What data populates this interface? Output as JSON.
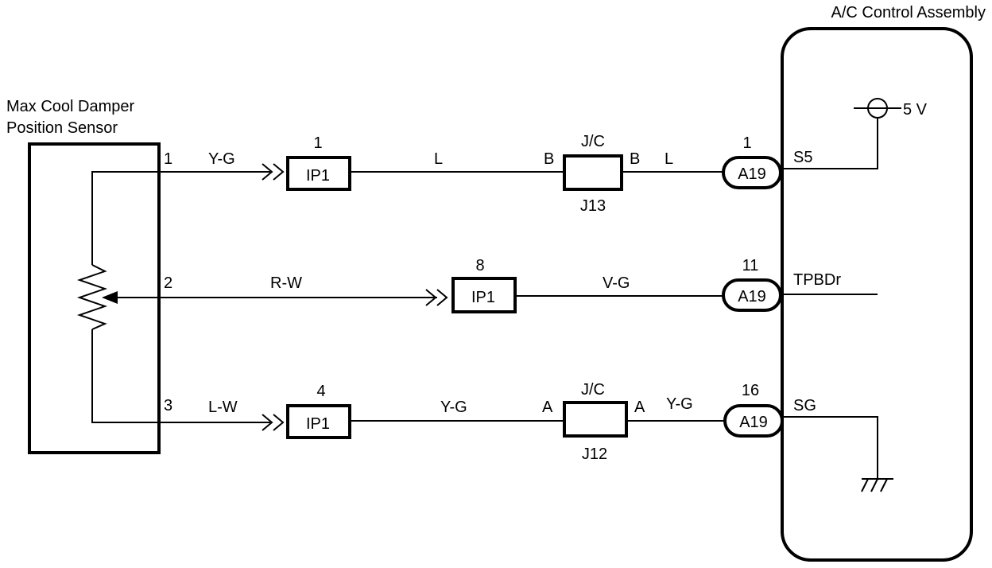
{
  "sensor": {
    "title_line1": "Max Cool Damper",
    "title_line2": "Position Sensor",
    "pins": [
      "1",
      "2",
      "3"
    ]
  },
  "assembly": {
    "title": "A/C Control Assembly",
    "terminals": [
      "S5",
      "TPBDr",
      "SG"
    ],
    "supply_label": "5 V"
  },
  "wires": {
    "w1_sensor": "Y-G",
    "w1_mid": "L",
    "w1_out": "L",
    "w2_sensor": "R-W",
    "w2_out": "V-G",
    "w3_sensor": "L-W",
    "w3_mid": "Y-G",
    "w3_out": "Y-G"
  },
  "connectors": {
    "ip1_a": {
      "pin": "1",
      "label": "IP1"
    },
    "ip1_b": {
      "pin": "8",
      "label": "IP1"
    },
    "ip1_c": {
      "pin": "4",
      "label": "IP1"
    },
    "a19_a": {
      "pin": "1",
      "label": "A19"
    },
    "a19_b": {
      "pin": "11",
      "label": "A19"
    },
    "a19_c": {
      "pin": "16",
      "label": "A19"
    }
  },
  "junctions": {
    "j13": {
      "top": "J/C",
      "bottom": "J13",
      "left": "B",
      "right": "B"
    },
    "j12": {
      "top": "J/C",
      "bottom": "J12",
      "left": "A",
      "right": "A"
    }
  }
}
